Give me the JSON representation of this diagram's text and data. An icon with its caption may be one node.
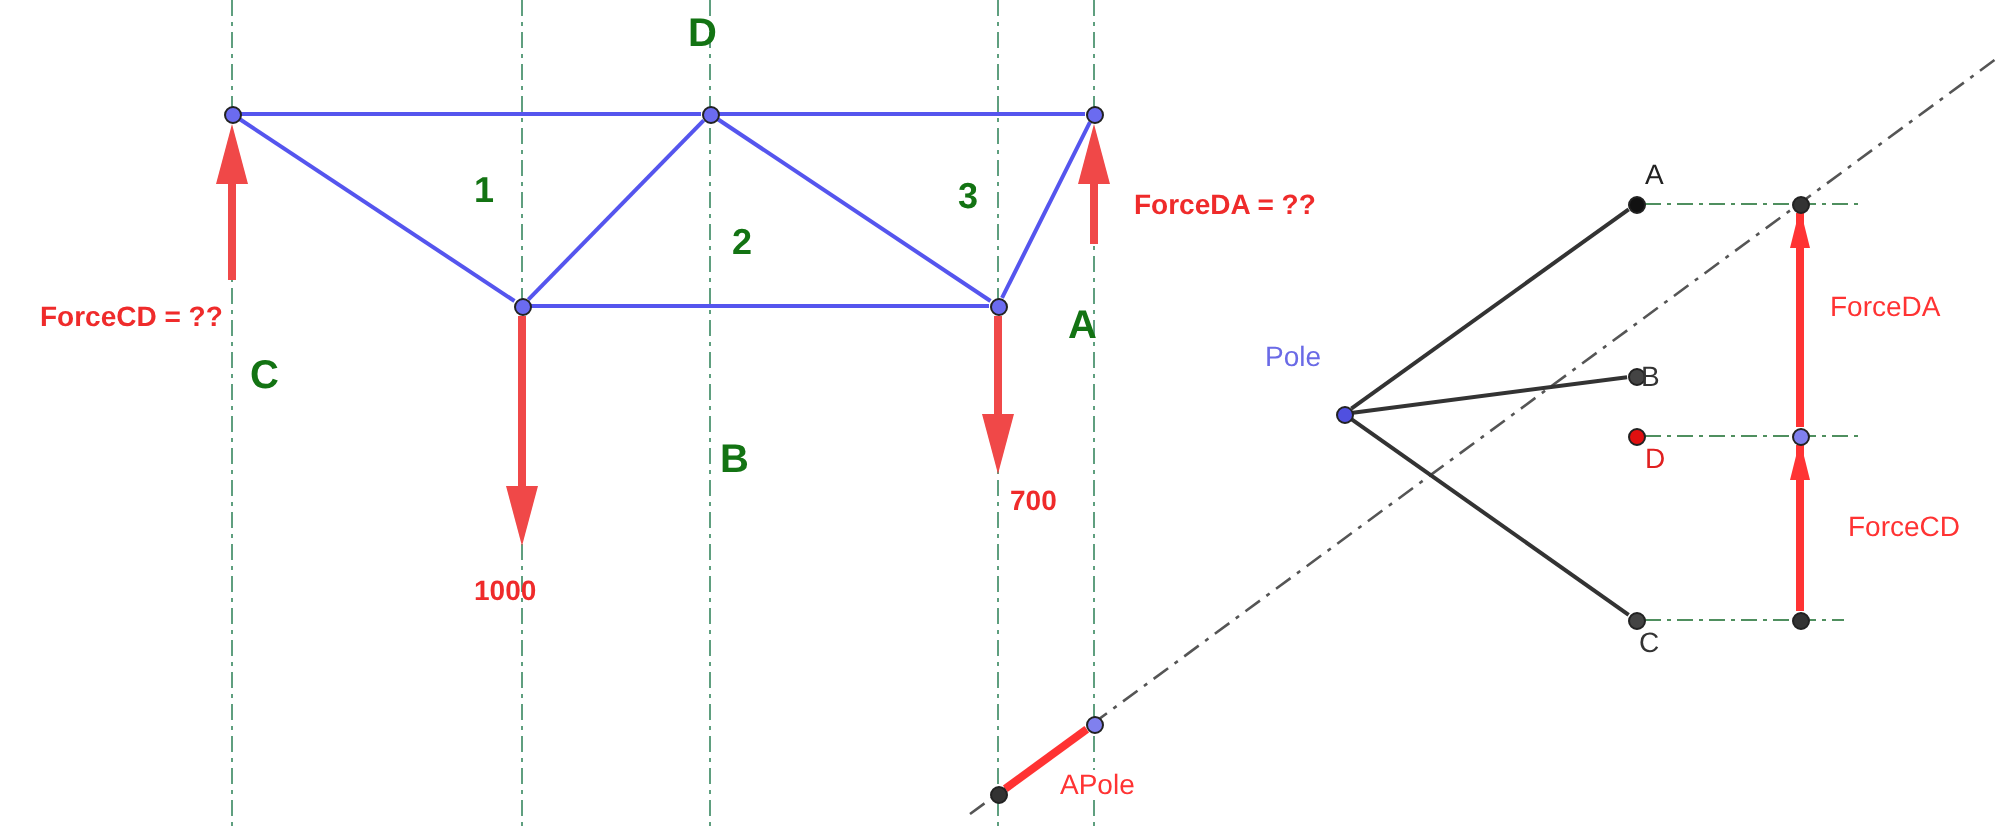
{
  "diagram": {
    "nodes": [
      {
        "text": [],
        "shape": "circle"
      },
      {
        "text": [],
        "shape": "circle"
      },
      {
        "text": [],
        "shape": "circle"
      },
      {
        "text": [],
        "shape": "circle"
      },
      {
        "text": [],
        "shape": "circle"
      },
      {
        "text": [],
        "shape": "circle",
        "beside": [
          "Pole"
        ]
      },
      {
        "text": [],
        "shape": "circle",
        "beside": [
          "A"
        ]
      },
      {
        "text": [],
        "shape": "circle",
        "beside": [
          "B"
        ]
      },
      {
        "text": [],
        "shape": "circle",
        "beside": [
          "D"
        ]
      },
      {
        "text": [],
        "shape": "circle",
        "beside": [
          "C"
        ]
      },
      {
        "text": [],
        "shape": "circle"
      },
      {
        "text": [],
        "shape": "circle"
      },
      {
        "text": [],
        "shape": "circle"
      },
      {
        "text": [],
        "shape": "circle"
      },
      {
        "text": [],
        "shape": "circle"
      }
    ],
    "edges": [
      {
        "from": 0,
        "to": 1,
        "arrow": "none"
      },
      {
        "from": 1,
        "to": 2,
        "arrow": "none"
      },
      {
        "from": 0,
        "to": 3,
        "arrow": "none"
      },
      {
        "from": 3,
        "to": 1,
        "arrow": "none"
      },
      {
        "from": 1,
        "to": 4,
        "arrow": "none"
      },
      {
        "from": 4,
        "to": 2,
        "arrow": "none"
      },
      {
        "from": 3,
        "to": 4,
        "arrow": "none"
      },
      {
        "from": 5,
        "to": 6,
        "arrow": "none",
        "color": "#333333"
      },
      {
        "from": 5,
        "to": 7,
        "arrow": "none",
        "color": "#333333"
      },
      {
        "from": 5,
        "to": 9,
        "arrow": "none",
        "color": "#333333"
      },
      {
        "from": 6,
        "to": 10,
        "arrow": "none",
        "style": "dashed",
        "color": "#4f8f5f"
      },
      {
        "from": 8,
        "to": 11,
        "arrow": "none",
        "style": "dashed",
        "color": "#4f8f5f"
      },
      {
        "from": 9,
        "to": 12,
        "arrow": "none",
        "style": "dashed",
        "color": "#4f8f5f"
      },
      {
        "from": 11,
        "to": 10,
        "arrow": "to",
        "label": "ForceDA",
        "style": "thick",
        "color": "#ff3333"
      },
      {
        "from": 12,
        "to": 11,
        "arrow": "to",
        "label": "ForceCD",
        "style": "thick",
        "color": "#ff3333"
      },
      {
        "from": 13,
        "to": 14,
        "arrow": "none",
        "label": "APole",
        "style": "thick",
        "color": "#ff3333"
      }
    ],
    "labels": [
      "D",
      "1",
      "3",
      "ForceDA = ??",
      "2",
      "ForceCD = ??",
      "A",
      "C",
      "B",
      "700",
      "1000"
    ]
  }
}
